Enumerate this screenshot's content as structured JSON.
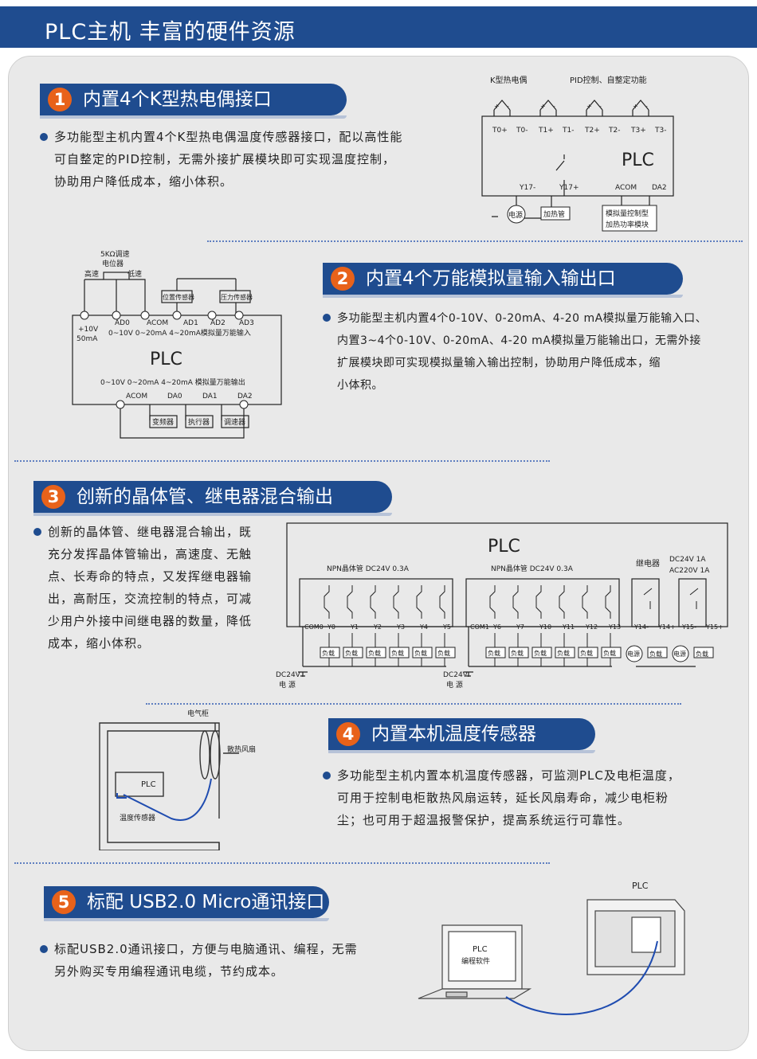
{
  "title": "PLC主机 丰富的硬件资源",
  "sections": [
    {
      "num": "1",
      "title": "内置4个K型热电偶接口",
      "text": [
        "多功能型主机内置4个K型热电偶温度传感器接口，配以高性能",
        "可自整定的PID控制，无需外接扩展模块即可实现温度控制，",
        "协助用户降低成本，缩小体积。"
      ]
    },
    {
      "num": "2",
      "title": "内置4个万能模拟量输入输出口",
      "text": [
        "多功能型主机内置4个0-10V、0-20mA、4-20 mA模拟量万能输入口、",
        "内置3~4个0-10V、0-20mA、4-20 mA模拟量万能输出口，无需外接",
        "扩展模块即可实现模拟量输入输出控制，协助用户降低成本，缩",
        "小体积。"
      ]
    },
    {
      "num": "3",
      "title": "创新的晶体管、继电器混合输出",
      "text": [
        "创新的晶体管、继电器混合输出，既",
        "充分发挥晶体管输出，高速度、无触",
        "点、长寿命的特点，又发挥继电器输",
        "出，高耐压，交流控制的特点，可减",
        "少用户外接中间继电器的数量，降低",
        "成本，缩小体积。"
      ]
    },
    {
      "num": "4",
      "title": "内置本机温度传感器",
      "text": [
        "多功能型主机内置本机温度传感器，可监测PLC及电柜温度，",
        "可用于控制电柜散热风扇运转，延长风扇寿命，减少电柜粉",
        "尘；也可用于超温报警保护，提高系统运行可靠性。"
      ]
    },
    {
      "num": "5",
      "title": "标配 USB2.0 Micro通讯接口",
      "text": [
        "标配USB2.0通讯接口，方便与电脑通讯、编程，无需",
        "另外购买专用编程通讯电缆，节约成本。"
      ]
    }
  ],
  "diag1": {
    "label_k": "K型热电偶",
    "label_pid": "PID控制、自整定功能",
    "terms": [
      "T0+",
      "T0-",
      "T1+",
      "T1-",
      "T2+",
      "T2-",
      "T3+",
      "T3-"
    ],
    "plc": "PLC",
    "y17m": "Y17-",
    "y17p": "Y17+",
    "acom": "ACOM",
    "da2": "DA2",
    "power": "电源",
    "heater": "加热管",
    "module": [
      "模拟量控制型",
      "加热功率模块"
    ]
  },
  "diag2": {
    "pot": [
      "5KΩ调速",
      "电位器"
    ],
    "high": "高速",
    "low": "低速",
    "pos": "位置传感器",
    "press": "压力传感器",
    "v10": "+10V",
    "ma50": "50mA",
    "in_terms": [
      "AD0",
      "ACOM",
      "AD1",
      "AD2",
      "AD3"
    ],
    "in_note": "0~10V  0~20mA  4~20mA模拟量万能输入",
    "plc": "PLC",
    "out_note": "0~10V  0~20mA  4~20mA 模拟量万能输出",
    "out_terms": [
      "ACOM",
      "DA0",
      "DA1",
      "DA2"
    ],
    "devices": [
      "变频器",
      "执行器",
      "调速器"
    ]
  },
  "diag3": {
    "plc": "PLC",
    "npn1": "NPN晶体管  DC24V  0.3A",
    "npn2": "NPN晶体管  DC24V  0.3A",
    "relay": "继电器",
    "rating": [
      "DC24V  1A",
      "AC220V  1A"
    ],
    "terms1": [
      "COM0",
      "Y0",
      "Y1",
      "Y2",
      "Y3",
      "Y4",
      "Y5"
    ],
    "terms2": [
      "COM1",
      "Y6",
      "Y7",
      "Y10",
      "Y11",
      "Y12",
      "Y13"
    ],
    "terms3": [
      "Y14-",
      "Y14+",
      "Y15-",
      "Y15+"
    ],
    "load": "负载",
    "power": "电源",
    "dc24": "DC24V",
    "dcpower": "电  源"
  },
  "diag4": {
    "cabinet": "电气柜",
    "fan": "散热风扇",
    "plc": "PLC",
    "sensor": "温度传感器"
  },
  "diag5": {
    "plc": "PLC",
    "screen": [
      "PLC",
      "编程软件"
    ]
  }
}
